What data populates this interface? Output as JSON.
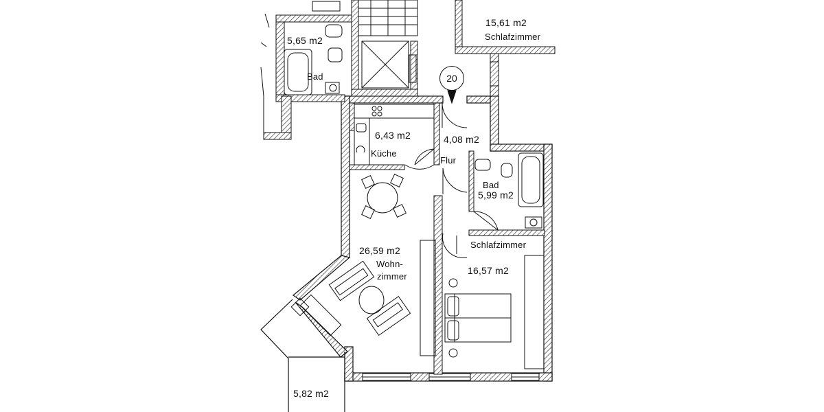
{
  "unit_number": "20",
  "rooms": {
    "bad_top": {
      "area": "5,65 m2",
      "name": "Bad"
    },
    "schlaf_top": {
      "area": "15,61 m2",
      "name": "Schlafzimmer"
    },
    "kueche": {
      "area": "6,43 m2",
      "name": "Küche"
    },
    "flur": {
      "area": "4,08 m2",
      "name": "Flur"
    },
    "bad": {
      "area": "5,99 m2",
      "name": "Bad"
    },
    "wohnzimmer": {
      "area": "26,59 m2",
      "name_line1": "Wohn-",
      "name_line2": "zimmer"
    },
    "schlafzimmer": {
      "area": "16,57 m2",
      "name": "Schlafzimmer"
    },
    "balkon": {
      "area": "5,82 m2"
    }
  },
  "colors": {
    "wall": "#111111",
    "hatch": "#333333",
    "background": "#ffffff"
  }
}
